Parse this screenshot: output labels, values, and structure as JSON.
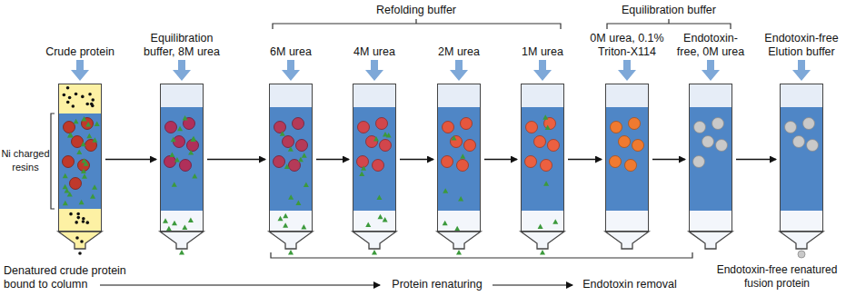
{
  "diagram": {
    "nodes": [
      {
        "text": [
          "Crude protein"
        ]
      },
      {
        "text": [
          "Equilibration buffer, 8M urea"
        ]
      },
      {
        "text": [
          "6M urea"
        ]
      },
      {
        "text": [
          "4M urea"
        ]
      },
      {
        "text": [
          "2M urea"
        ]
      },
      {
        "text": [
          "1M urea"
        ]
      },
      {
        "text": [
          "0M urea, 0.1% Triton-X114"
        ]
      },
      {
        "text": [
          "Endotoxin-free, 0M urea"
        ]
      },
      {
        "text": [
          "Endotoxin-free Elution buffer"
        ]
      }
    ],
    "edges": [
      {
        "from": 0,
        "to": 1,
        "arrow": "to"
      },
      {
        "from": 1,
        "to": 2,
        "arrow": "to"
      },
      {
        "from": 2,
        "to": 3,
        "arrow": "to"
      },
      {
        "from": 3,
        "to": 4,
        "arrow": "to"
      },
      {
        "from": 4,
        "to": 5,
        "arrow": "to"
      },
      {
        "from": 5,
        "to": 6,
        "arrow": "to"
      },
      {
        "from": 6,
        "to": 7,
        "arrow": "to"
      },
      {
        "from": 7,
        "to": 8,
        "arrow": "to"
      }
    ],
    "labels": [
      "Refolding buffer",
      "Equilibration buffer",
      "Ni charged resins",
      "Denatured crude protein bound to column",
      "Protein renaturing",
      "Endotoxin removal",
      "Endotoxin-free renatured fusion protein"
    ]
  }
}
